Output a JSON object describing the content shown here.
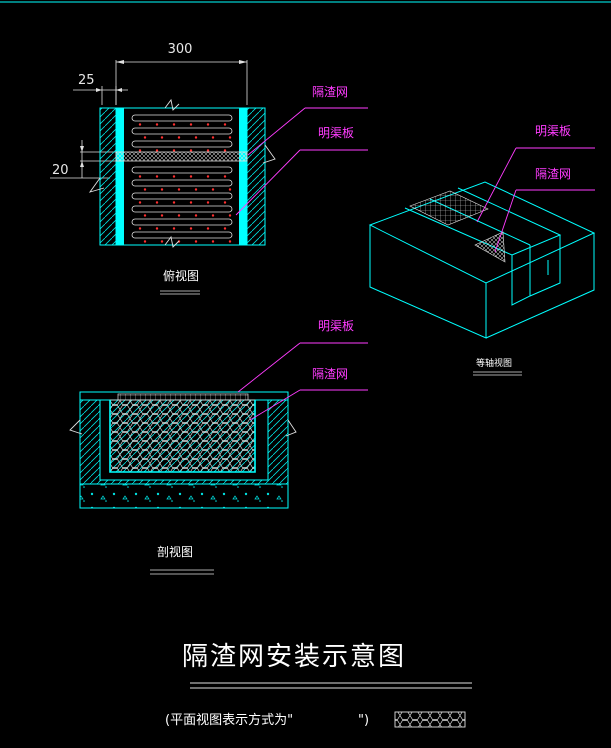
{
  "colors": {
    "background": "#000000",
    "cyan": "#00ffff",
    "magenta": "#ff3cff",
    "text": "#ffffff",
    "red": "#ff3030"
  },
  "plan_view": {
    "dim_width": "300",
    "dim_edge": "25",
    "dim_gap": "20",
    "callout_screen": "隔渣网",
    "callout_board": "明渠板",
    "caption": "俯视图"
  },
  "iso_view": {
    "callout_board": "明渠板",
    "callout_screen": "隔渣网",
    "caption": "等轴视图"
  },
  "section_view": {
    "callout_board": "明渠板",
    "callout_screen": "隔渣网",
    "caption": "剖视图"
  },
  "title": "隔渣网安装示意图",
  "note": {
    "prefix": "(平面视图表示方式为\"",
    "suffix": "\")"
  },
  "icons": [
    "screen-hatch-icon",
    "break-mark-icon"
  ]
}
